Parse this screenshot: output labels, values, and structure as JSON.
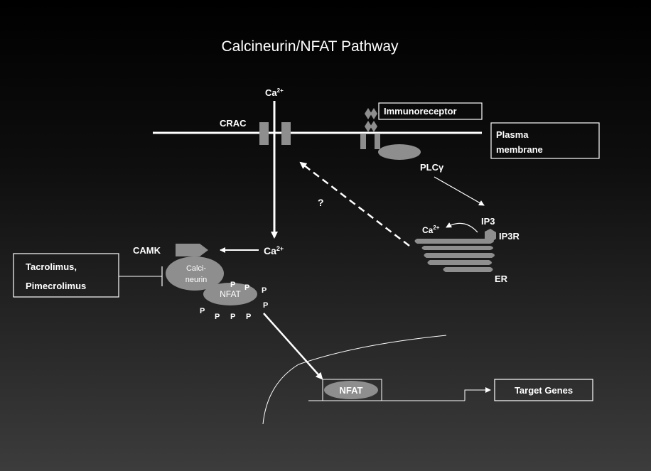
{
  "title": "Calcineurin/NFAT Pathway",
  "labels": {
    "ca_top": "Ca",
    "ca_top_sup": "2+",
    "crac": "CRAC",
    "immunoreceptor": "Immunoreceptor",
    "plasma_membrane_1": "Plasma",
    "plasma_membrane_2": "membrane",
    "plc": "PLCγ",
    "question": "?",
    "ip3": "IP3",
    "ip3r": "IP3R",
    "ca_er": "Ca",
    "ca_er_sup": "2+",
    "er": "ER",
    "camk": "CAMK",
    "ca_mid": "Ca",
    "ca_mid_sup": "2+",
    "inhibitor_1": "Tacrolimus,",
    "inhibitor_2": "Pimecrolimus",
    "calcineurin_1": "Calci-",
    "calcineurin_2": "neurin",
    "nfat_cyto": "NFAT",
    "phosphate": "P",
    "nfat_nucleus": "NFAT",
    "target_genes": "Target Genes"
  },
  "colors": {
    "background_top": "#000000",
    "background_bottom": "#3c3c3c",
    "shape_fill": "#8e8e8e",
    "line": "#ffffff"
  }
}
